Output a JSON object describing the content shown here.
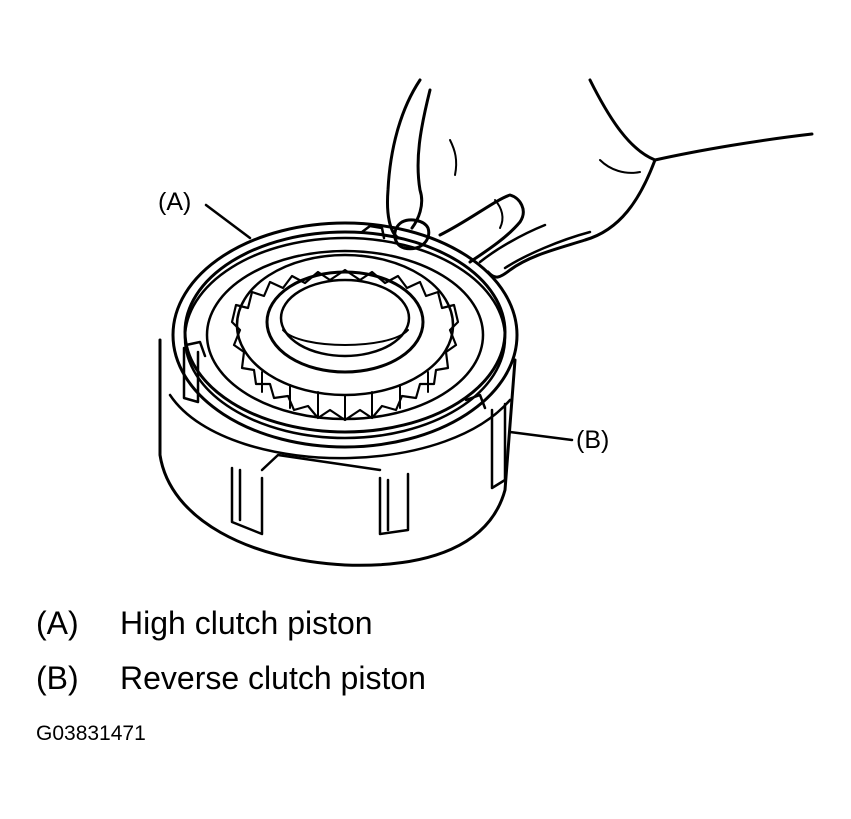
{
  "callouts": {
    "a": "(A)",
    "b": "(B)"
  },
  "legend": [
    {
      "key": "(A)",
      "text": "High clutch piston"
    },
    {
      "key": "(B)",
      "text": "Reverse clutch piston"
    }
  ],
  "figure_code": "G03831471",
  "colors": {
    "ink": "#000000",
    "paper": "#ffffff"
  }
}
